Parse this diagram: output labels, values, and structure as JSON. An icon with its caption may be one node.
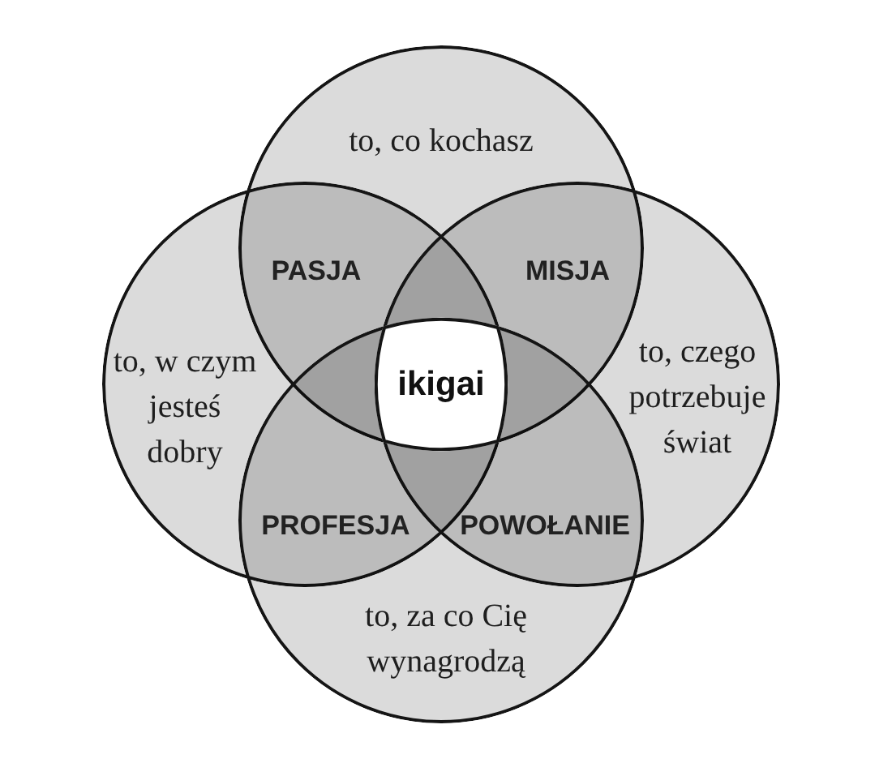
{
  "diagram": {
    "nodes": [
      {
        "text": [
          "to, co kochasz"
        ]
      },
      {
        "text": [
          "to, w czym jesteś dobry"
        ]
      },
      {
        "text": [
          "ikigai"
        ]
      },
      {
        "text": [
          "to, czego potrzebuje świat"
        ]
      },
      {
        "text": [
          "to, za co Cię wynagrodzą"
        ]
      }
    ],
    "labels": [
      "PASJA",
      "MISJA",
      "PROFESJA",
      "POWOŁANIE"
    ]
  }
}
